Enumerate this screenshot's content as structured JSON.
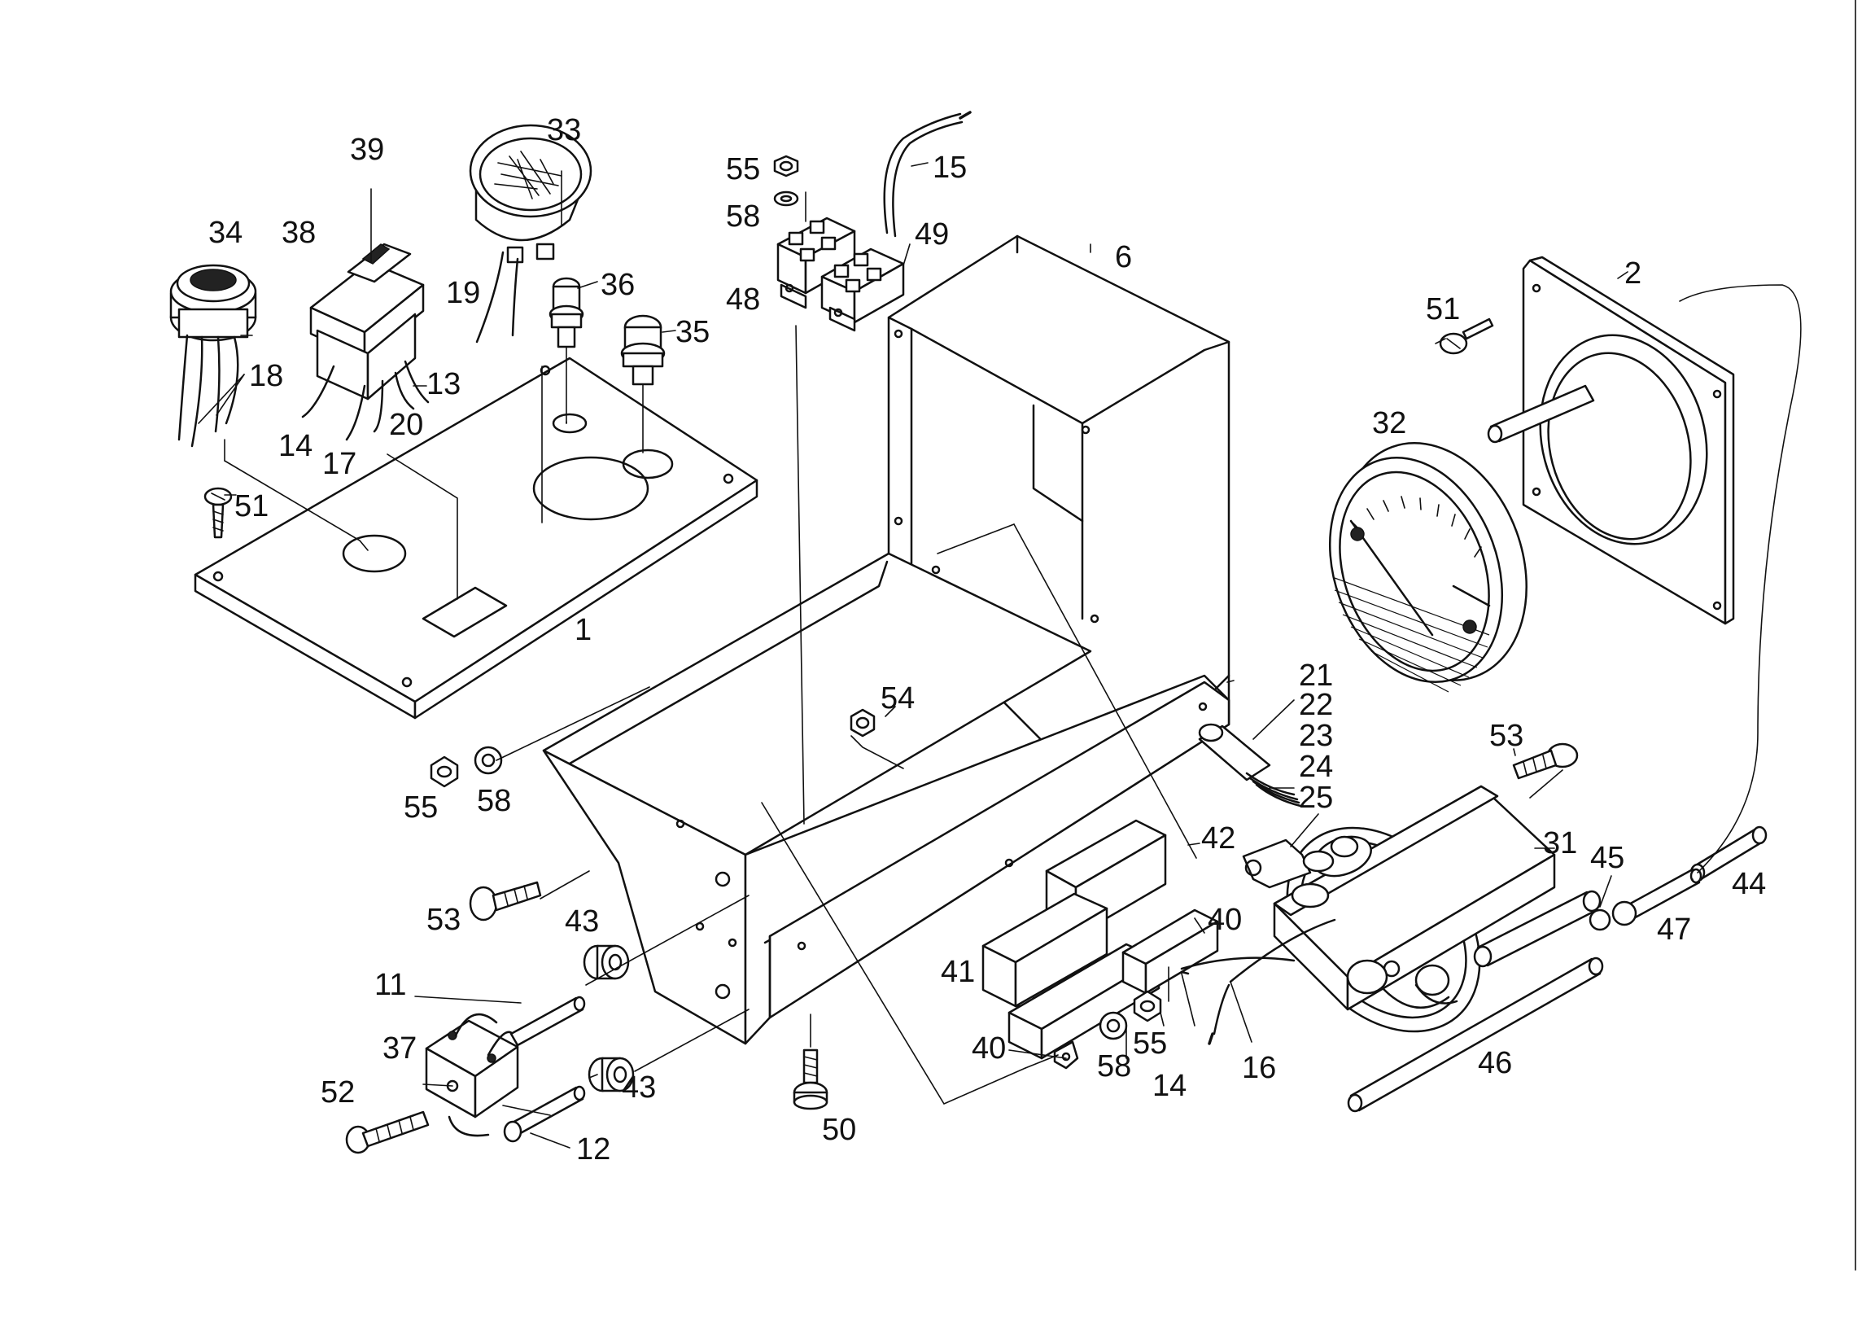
{
  "diagram": {
    "labels": [
      {
        "text": "33"
      },
      {
        "text": "39"
      },
      {
        "text": "55"
      },
      {
        "text": "15"
      },
      {
        "text": "34"
      },
      {
        "text": "38"
      },
      {
        "text": "58"
      },
      {
        "text": "49"
      },
      {
        "text": "6"
      },
      {
        "text": "36"
      },
      {
        "text": "19"
      },
      {
        "text": "48"
      },
      {
        "text": "2"
      },
      {
        "text": "51"
      },
      {
        "text": "35"
      },
      {
        "text": "18"
      },
      {
        "text": "13"
      },
      {
        "text": "20"
      },
      {
        "text": "14"
      },
      {
        "text": "17"
      },
      {
        "text": "32"
      },
      {
        "text": "51"
      },
      {
        "text": "1"
      },
      {
        "text": "21"
      },
      {
        "text": "22"
      },
      {
        "text": "54"
      },
      {
        "text": "23"
      },
      {
        "text": "24"
      },
      {
        "text": "25"
      },
      {
        "text": "53"
      },
      {
        "text": "55"
      },
      {
        "text": "58"
      },
      {
        "text": "42"
      },
      {
        "text": "31"
      },
      {
        "text": "45"
      },
      {
        "text": "44"
      },
      {
        "text": "53"
      },
      {
        "text": "43"
      },
      {
        "text": "40"
      },
      {
        "text": "47"
      },
      {
        "text": "11"
      },
      {
        "text": "41"
      },
      {
        "text": "37"
      },
      {
        "text": "40"
      },
      {
        "text": "58"
      },
      {
        "text": "55"
      },
      {
        "text": "16"
      },
      {
        "text": "46"
      },
      {
        "text": "52"
      },
      {
        "text": "43"
      },
      {
        "text": "14"
      },
      {
        "text": "12"
      },
      {
        "text": "50"
      }
    ]
  }
}
